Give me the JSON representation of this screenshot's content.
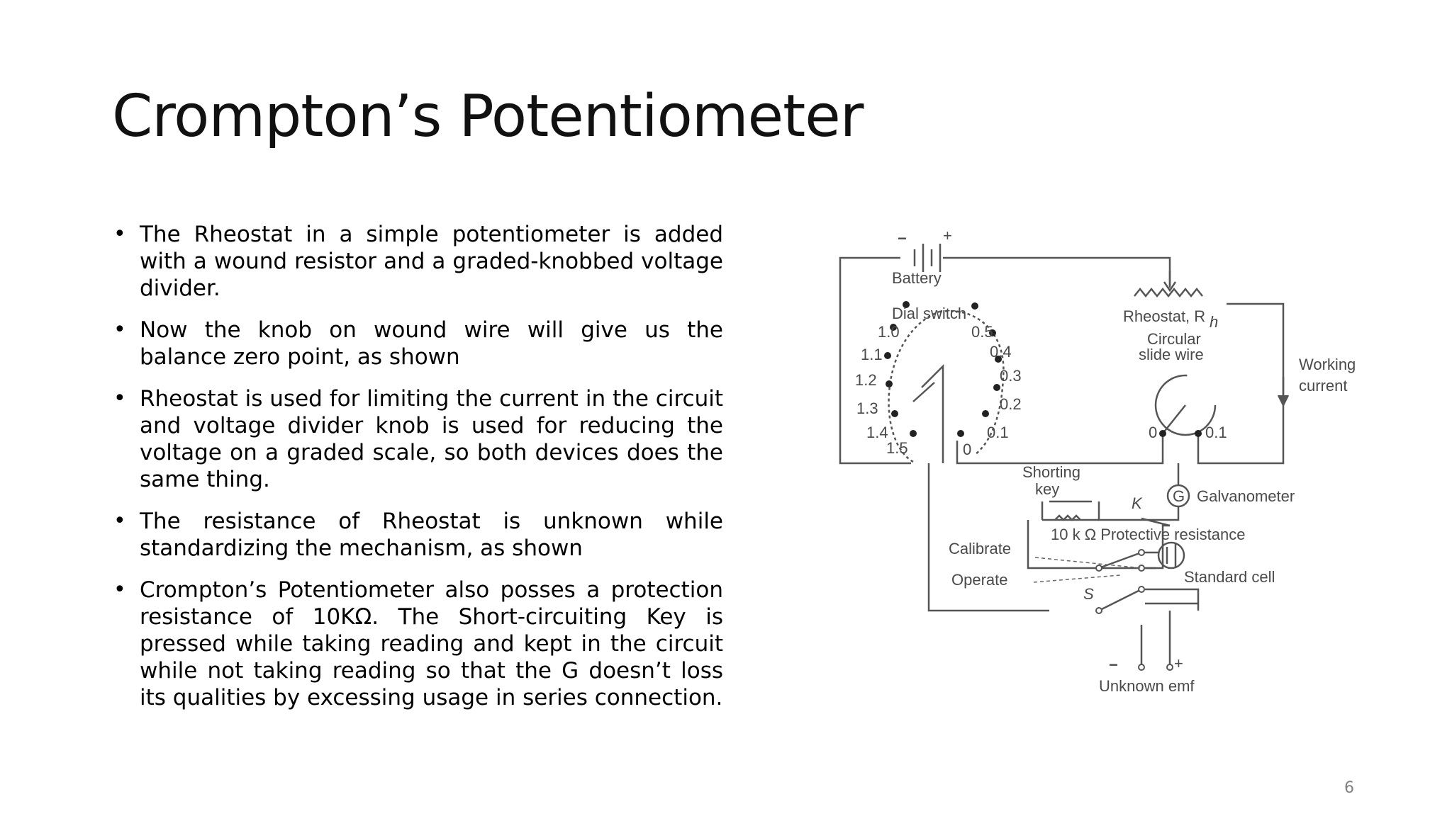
{
  "slide": {
    "title": "Crompton’s Potentiometer",
    "bullets": [
      "The Rheostat in a simple potentiometer is added with a wound resistor and a graded-knobbed voltage divider.",
      "Now the knob on wound wire will give us the balance zero point, as shown",
      "Rheostat is used for limiting the current in the circuit and voltage divider knob is used for reducing the voltage on a graded scale, so both devices does the same thing.",
      "The resistance of Rheostat is unknown while standardizing the mechanism, as shown",
      "Crompton’s Potentiometer also posses a protection resistance of 10KΩ. The Short-circuiting Key is pressed while taking reading and kept in the circuit while not taking reading so that the G doesn’t loss its qualities by excessing usage in series connection."
    ],
    "bullet_symbol": "•",
    "page_number": "6"
  },
  "diagram": {
    "battery_minus": "−",
    "battery_plus": "+",
    "battery": "Battery",
    "dial_switch": "Dial switch",
    "dial_left_labels": [
      "1.0",
      "1.1",
      "1.2",
      "1.3",
      "1.4",
      "1.5"
    ],
    "dial_right_labels": [
      "0.5",
      "0.4",
      "0.3",
      "0.2",
      "0.1",
      "0"
    ],
    "rheostat": "Rheostat, R",
    "rheostat_sub": "h",
    "circular_slide_wire_1": "Circular",
    "circular_slide_wire_2": "slide wire",
    "slide_zero": "0",
    "slide_point_one": "0.1",
    "working_current_1": "Working",
    "working_current_2": "current",
    "shorting_key_1": "Shorting",
    "shorting_key_2": "key",
    "key_k": "K",
    "galvanometer_symbol": "G",
    "galvanometer": "Galvanometer",
    "protective_resistance": "10 k Ω Protective resistance",
    "calibrate": "Calibrate",
    "operate": "Operate",
    "switch_s": "S",
    "standard_cell": "Standard cell",
    "unknown_minus": "−",
    "unknown_plus": "+",
    "unknown_emf": "Unknown emf"
  }
}
